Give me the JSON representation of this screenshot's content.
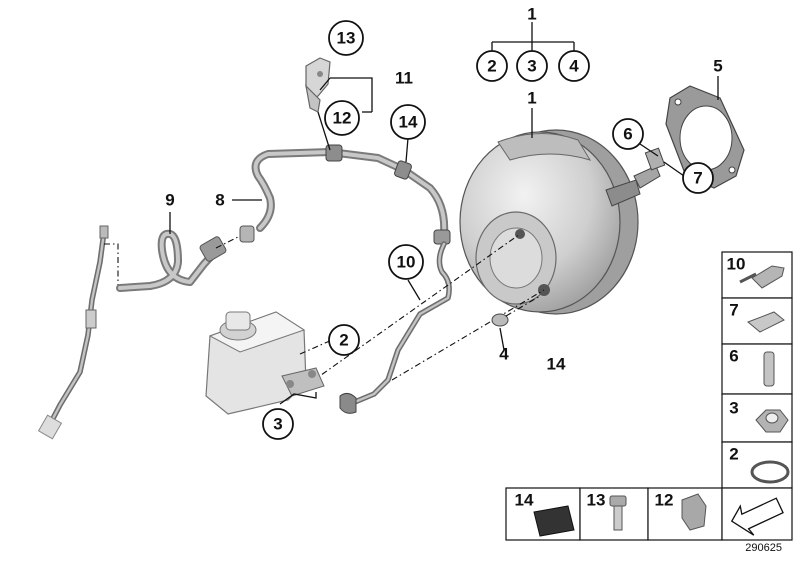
{
  "callouts": {
    "c1_top": "1",
    "c2_top": "2",
    "c3_top": "3",
    "c4_top": "4",
    "c1_booster": "1",
    "c5": "5",
    "c6": "6",
    "c7": "7",
    "c13": "13",
    "c11": "11",
    "c12": "12",
    "c14_top": "14",
    "c9": "9",
    "c8": "8",
    "c10": "10",
    "c2_mid": "2",
    "c3_res": "3",
    "c4_mid": "4",
    "c14_free": "14"
  },
  "legend": {
    "side": [
      "10",
      "7",
      "6",
      "3",
      "2"
    ],
    "bottom": [
      "14",
      "13",
      "12"
    ]
  },
  "diagram_ref": "290625"
}
